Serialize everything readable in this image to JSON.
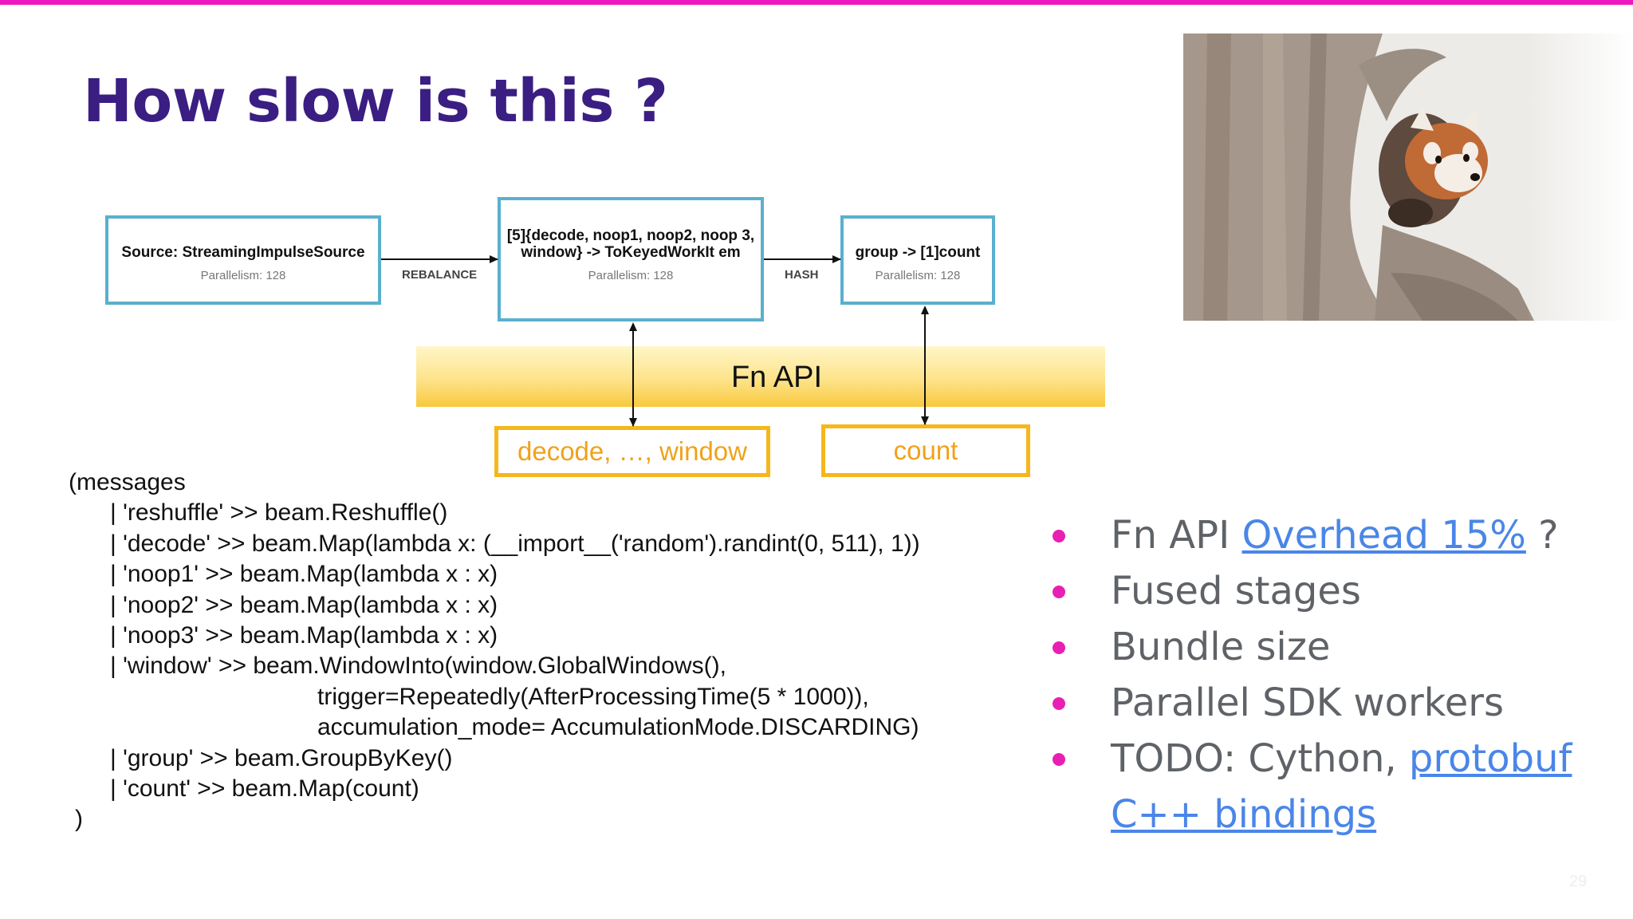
{
  "colors": {
    "accent": "#ee17c0",
    "title": "#3a1e82",
    "node_border": "#5ab0ce",
    "fn_box": "#f5b71c",
    "bullet": "#e91fb4",
    "link": "#4a86e8"
  },
  "slide": {
    "title": "How slow is this ?",
    "page_number": "29"
  },
  "photo": {
    "icon": "red-panda-photo"
  },
  "diagram": {
    "nodes": [
      {
        "title": "Source: StreamingImpulseSource",
        "parallelism": "Parallelism: 128"
      },
      {
        "title": "[5]{decode, noop1, noop2, noop 3, window} -> ToKeyedWorkIt em",
        "parallelism": "Parallelism: 128"
      },
      {
        "title": "group -> [1]count",
        "parallelism": "Parallelism: 128"
      }
    ],
    "edges": [
      "REBALANCE",
      "HASH"
    ],
    "fn_api": "Fn API",
    "sdk_boxes": [
      "decode, …, window",
      "count"
    ]
  },
  "code": [
    "(messages",
    "| 'reshuffle' >> beam.Reshuffle()",
    "| 'decode' >> beam.Map(lambda x: (__import__('random').randint(0, 511), 1))",
    "| 'noop1' >> beam.Map(lambda x : x)",
    "| 'noop2' >> beam.Map(lambda x : x)",
    "| 'noop3' >> beam.Map(lambda x : x)",
    "| 'window' >> beam.WindowInto(window.GlobalWindows(),",
    "trigger=Repeatedly(AfterProcessingTime(5 * 1000)),",
    "accumulation_mode= AccumulationMode.DISCARDING)",
    "| 'group' >> beam.GroupByKey()",
    "| 'count' >> beam.Map(count)",
    ")"
  ],
  "bullets": {
    "b1_prefix": "Fn API ",
    "b1_link": "Overhead 15%",
    "b1_suffix": " ?",
    "b2": "Fused stages",
    "b3": "Bundle size",
    "b4": "Parallel SDK workers",
    "b5_prefix": "TODO: Cython, ",
    "b5_link1": "protobuf",
    "b5_link2": "C++ bindings"
  }
}
